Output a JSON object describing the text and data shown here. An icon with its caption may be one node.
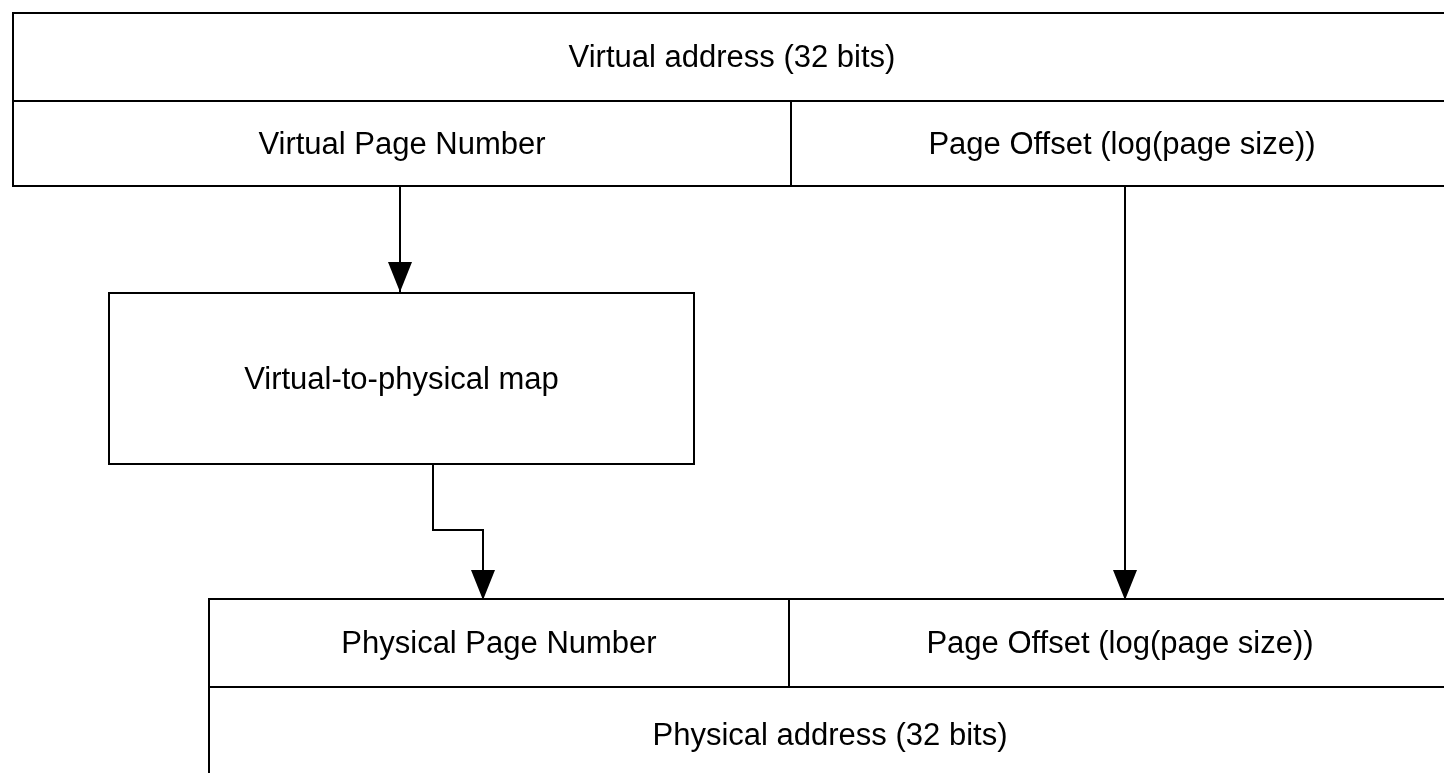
{
  "diagram": {
    "nodes": [
      {
        "text": [
          "Virtual address (32 bits)"
        ]
      },
      {
        "text": [
          "Virtual Page Number"
        ],
        "in": 0
      },
      {
        "text": [
          "Page Offset (log(page size))"
        ],
        "in": 0
      },
      {
        "text": [
          "Virtual-to-physical map"
        ]
      },
      {
        "text": [
          "Physical address (32 bits)"
        ]
      },
      {
        "text": [
          "Physical Page Number"
        ],
        "in": 4
      },
      {
        "text": [
          "Page Offset (log(page size))"
        ],
        "in": 4
      }
    ],
    "edges": [
      {
        "from": 1,
        "to": 3,
        "arrow": "to"
      },
      {
        "from": 3,
        "to": 5,
        "arrow": "to"
      },
      {
        "from": 2,
        "to": 6,
        "arrow": "to"
      }
    ]
  }
}
